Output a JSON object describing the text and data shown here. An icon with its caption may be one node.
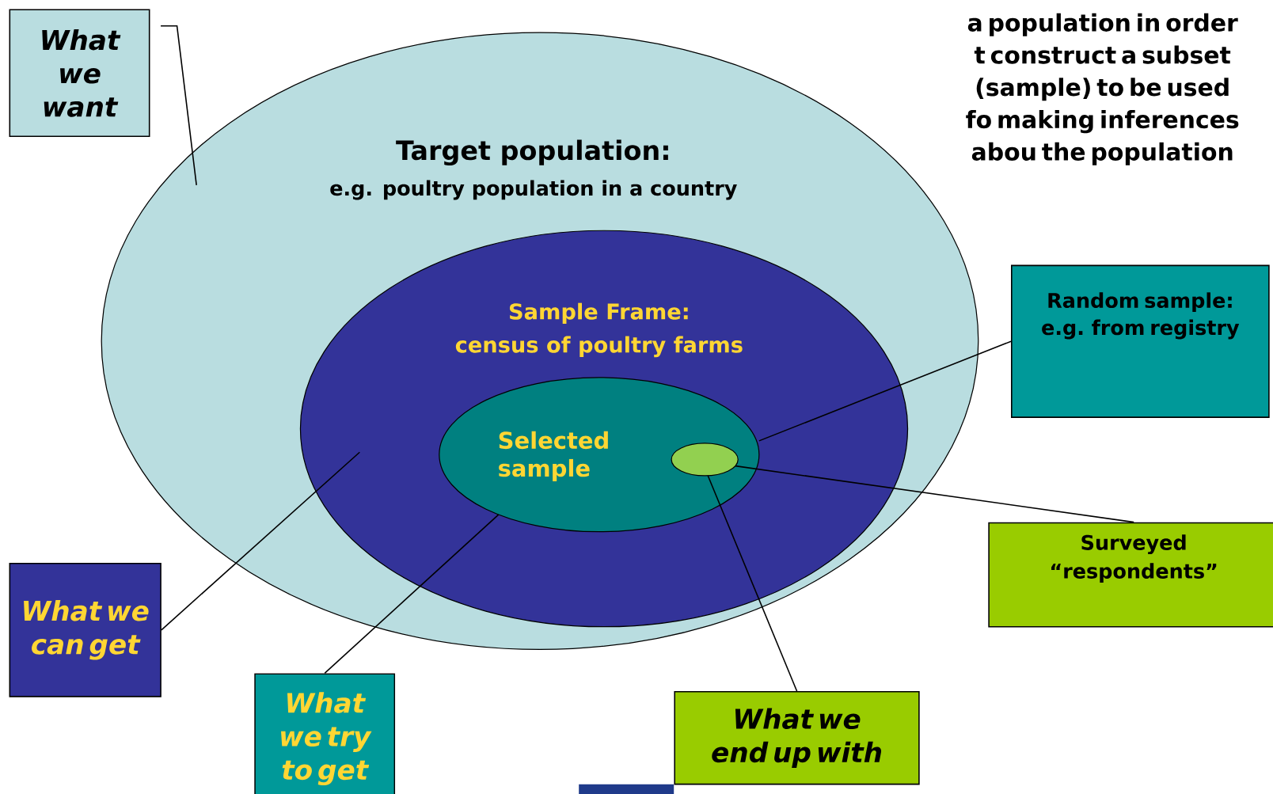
{
  "diagram": {
    "nodes": [
      {
        "text": [
          "Target population:",
          "e.g. poultry population in a country"
        ]
      },
      {
        "text": [
          "Sample Frame:",
          "census of poultry farms"
        ],
        "in": 0
      },
      {
        "text": [
          "Selected sample"
        ],
        "in": 1
      },
      {
        "text": [],
        "shape": "ellipse",
        "in": 2
      },
      {
        "text": [
          "What we want"
        ]
      },
      {
        "text": [
          "What we can get"
        ]
      },
      {
        "text": [
          "What we try to get"
        ]
      },
      {
        "text": [
          "What we end up with"
        ]
      },
      {
        "text": [
          "Random sample: e.g. from registry"
        ]
      },
      {
        "text": [
          "Surveyed “respondents”"
        ]
      }
    ],
    "edges": [
      {
        "from": 4,
        "to": 0,
        "arrow": "none"
      },
      {
        "from": 5,
        "to": 1,
        "arrow": "none"
      },
      {
        "from": 6,
        "to": 2,
        "arrow": "none"
      },
      {
        "from": 7,
        "to": 3,
        "arrow": "none"
      },
      {
        "from": 8,
        "to": 2,
        "arrow": "none"
      },
      {
        "from": 9,
        "to": 3,
        "arrow": "none"
      }
    ],
    "labels": [
      "a population in order t construct a subset (sample) to be used fo making inferences abou the population"
    ]
  }
}
